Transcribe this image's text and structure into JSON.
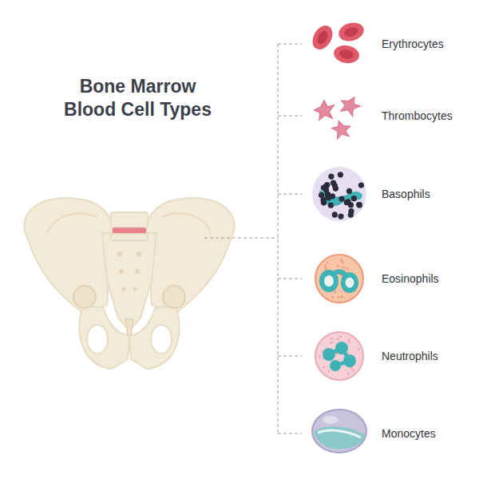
{
  "diagram": {
    "title": "Bone Marrow Blood Cell Types",
    "labels": [
      "Erythrocytes",
      "Thrombocytes",
      "Basophils",
      "Eosinophils",
      "Neutrophils",
      "Monocytes"
    ]
  }
}
